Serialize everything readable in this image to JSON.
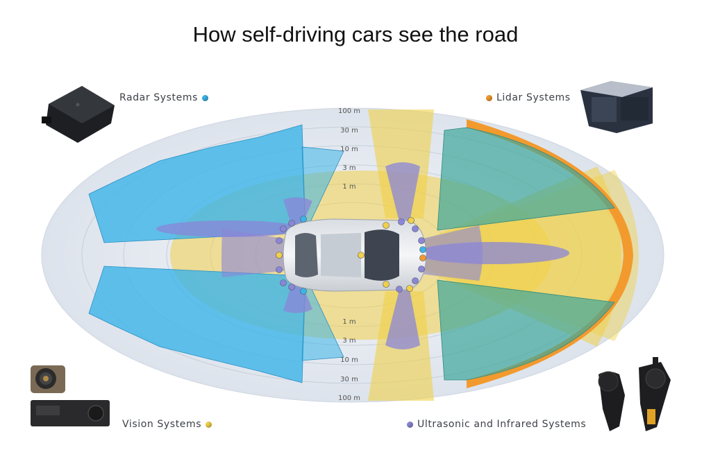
{
  "title": "How self-driving cars see the road",
  "legend": {
    "radar": "Radar Systems",
    "lidar": "Lidar Systems",
    "vision": "Vision Systems",
    "ultrasonic": "Ultrasonic and Infrared Systems"
  },
  "ring_labels_top": [
    "100 m",
    "30 m",
    "10 m",
    "3 m",
    "1 m"
  ],
  "ring_labels_bottom": [
    "1 m",
    "3 m",
    "10 m",
    "30 m",
    "100 m"
  ],
  "colors": {
    "radar": "#3cb4e8",
    "lidar": "#f29a2e",
    "vision": "#f0d048",
    "ultrasonic": "#8a86d8",
    "ellipse": "#e9edf3"
  },
  "icons": {
    "radar": "radar-sensor-icon",
    "lidar": "lidar-sensor-icon",
    "vision": "camera-sensor-icon",
    "ultrasonic": "ultrasonic-sensor-icon"
  }
}
